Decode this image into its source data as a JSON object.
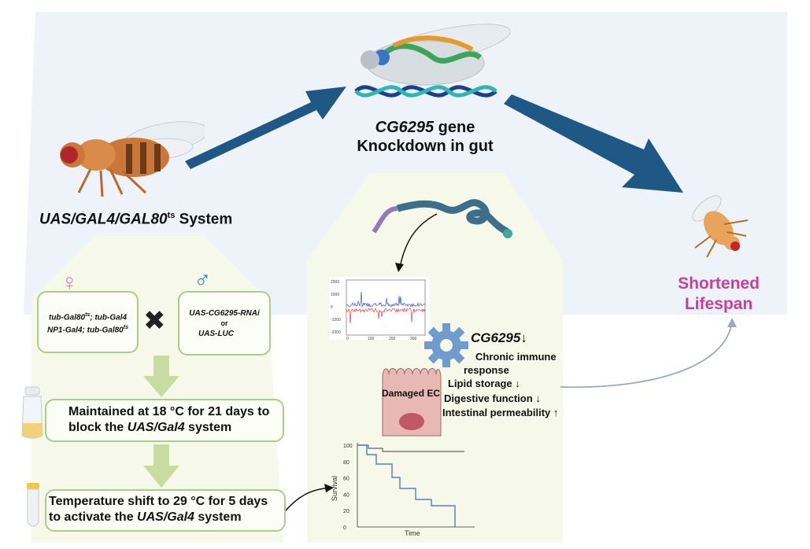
{
  "top_left": {
    "system_label_italic": "UAS/GAL4/GAL80",
    "system_label_sup": "ts",
    "system_label_rest": " System"
  },
  "top_center": {
    "gene_name": "CG6295",
    "gene_word": " gene",
    "line2": "Knockdown in gut"
  },
  "outcome": {
    "line1": "Shortened",
    "line2": "Lifespan",
    "color": "#c73f9a"
  },
  "cross": {
    "female_symbol": "♀",
    "male_symbol": "♂",
    "female_line1": "tub-Gal80",
    "female_line1_sup": "ts",
    "female_line1_rest": "; tub-Gal4",
    "female_line2": "NP1-Gal4",
    "female_line2_rest": "; tub-Gal80",
    "female_line2_sup": "ts",
    "male_line1": "UAS-CG6295-RNAi",
    "male_or": "or",
    "male_line2": "UAS-LUC",
    "cross_symbol": "✖"
  },
  "steps": {
    "step1_line1": "Maintained at 18 °C for 21 days to",
    "step1_line2_a": "block the ",
    "step1_line2_b": "UAS/Gal4",
    "step1_line2_c": " system",
    "step2_line1": "Temperature shift to 29 °C for 5 days",
    "step2_line2_a": "to activate the ",
    "step2_line2_b": "UAS/Gal4",
    "step2_line2_c": " system"
  },
  "mechanism": {
    "gene_label": "CG6295↓",
    "effects": [
      "Chronic immune",
      "response",
      "Lipid storage ↓",
      "Digestive function ↓",
      "Intestinal permeability ↑"
    ],
    "cell_label": "Damaged EC"
  },
  "signal_plot": {
    "y_ticks": [
      "2000",
      "1000",
      "0",
      "-1000",
      "-2000"
    ],
    "x_ticks": [
      "0",
      "100",
      "200",
      "300"
    ]
  },
  "survival_plot": {
    "y_label": "Survival",
    "x_label": "Time",
    "y_ticks": [
      "100",
      "80",
      "60",
      "40",
      "20",
      "0"
    ]
  },
  "colors": {
    "arrow_blue": "#1f5785",
    "green_border": "#a9cf86",
    "panel_blue": "#edf3f8",
    "panel_cream": "#f6f9ea"
  }
}
